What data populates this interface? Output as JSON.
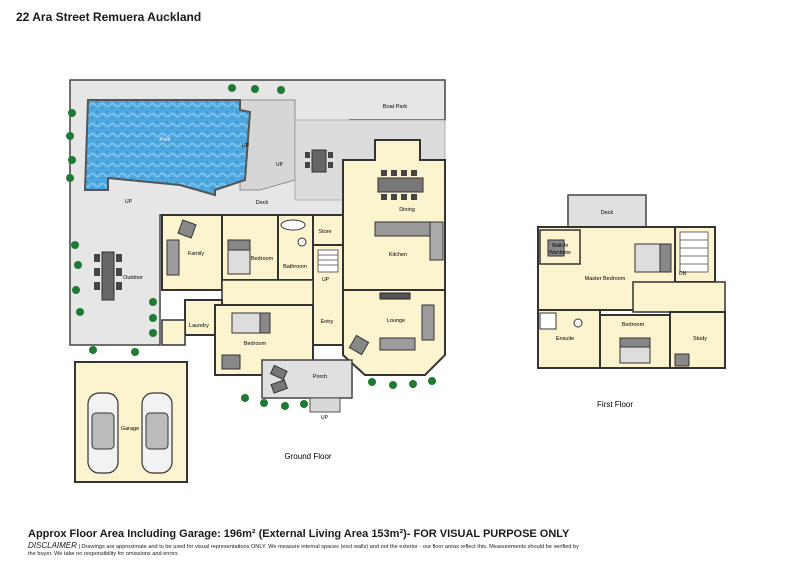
{
  "header": {
    "title": "22 Ara Street Remuera Auckland"
  },
  "ground_floor": {
    "label": "Ground Floor",
    "rooms": {
      "pool": "Pool",
      "boat_park": "Boat Park",
      "deck": "Deck",
      "outdoor": "Outdoor",
      "family": "Family",
      "bedroom1": "Bedroom",
      "bathroom": "Bathroom",
      "store": "Store",
      "dining": "Dining",
      "kitchen": "Kitchen",
      "laundry": "Laundry",
      "bedroom2": "Bedroom",
      "entry": "Entry",
      "lounge": "Lounge",
      "porch": "Porch",
      "garage": "Garage"
    },
    "markers": {
      "up1": "UP",
      "up2": "UP",
      "up3": "UP",
      "up4": "UP",
      "up5": "UP"
    }
  },
  "first_floor": {
    "label": "First Floor",
    "rooms": {
      "deck": "Deck",
      "walk_in_l1": "Walk In",
      "walk_in_l2": "Wardrobe",
      "master_bedroom": "Master Bedroom",
      "ensuite": "Ensuite",
      "bedroom": "Bedroom",
      "study": "Study"
    },
    "markers": {
      "dn": "DN"
    }
  },
  "footer": {
    "area_text": "Approx Floor Area Including Garage: 196m² (External Living Area 153m²)- FOR VISUAL PURPOSE ONLY",
    "disclaimer_heading": "DISCLAIMER",
    "disclaimer_text": "| Drawings are approximate and to be used for visual representations ONLY. We measure internal spaces (excl walls) and not the exterior - our floor areas reflect this. Measurements should be verified by the buyer. We take no responsibility for omissions and errors"
  },
  "colors": {
    "room_fill": "#fcf3cf",
    "outdoor_fill": "#e6e6e6",
    "pool_water": "#4fa8e0",
    "wall": "#333333",
    "shrub": "#1f7a33"
  }
}
